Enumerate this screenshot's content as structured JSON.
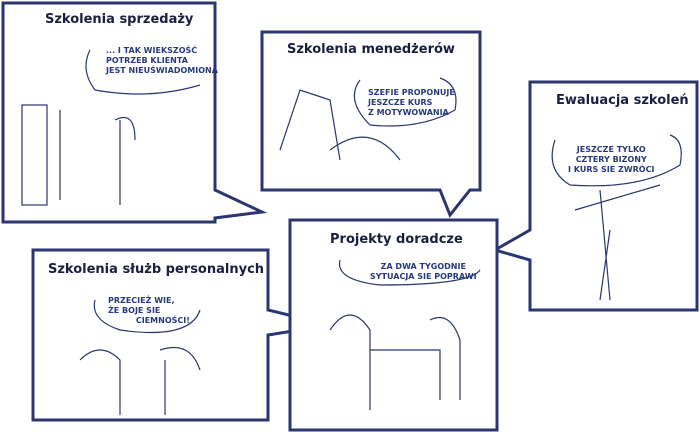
{
  "panels": [
    {
      "title": "Szkolenia sprzedaży",
      "speech": "... I TAK WIEKSZOŚĆ\nPOTRZEB KLIENTA\nJEST NIEUŚWIADOMIONA"
    },
    {
      "title": "Szkolenia menedżerów",
      "speech": "SZEFIE PROPONUJE\nJESZCZE KURS\nZ MOTYWOWANIA"
    },
    {
      "title": "Ewaluacja szkoleń",
      "speech": "JESZCZE TYLKO\nCZTERY BIZONY\nI KURS SIE ZWRÓCI"
    },
    {
      "title": "Szkolenia służb personalnych",
      "speech": "PRZECIEŻ WIE,\nŻE BOJE SIE\n          CIEMNOŚCI!"
    },
    {
      "title": "Projekty doradcze",
      "speech": "ZA DWA TYGODNIE\nSYTUACJA SIE POPRAWI"
    }
  ],
  "colors": {
    "frame": "#2b3570",
    "speech": "#283a7a"
  }
}
